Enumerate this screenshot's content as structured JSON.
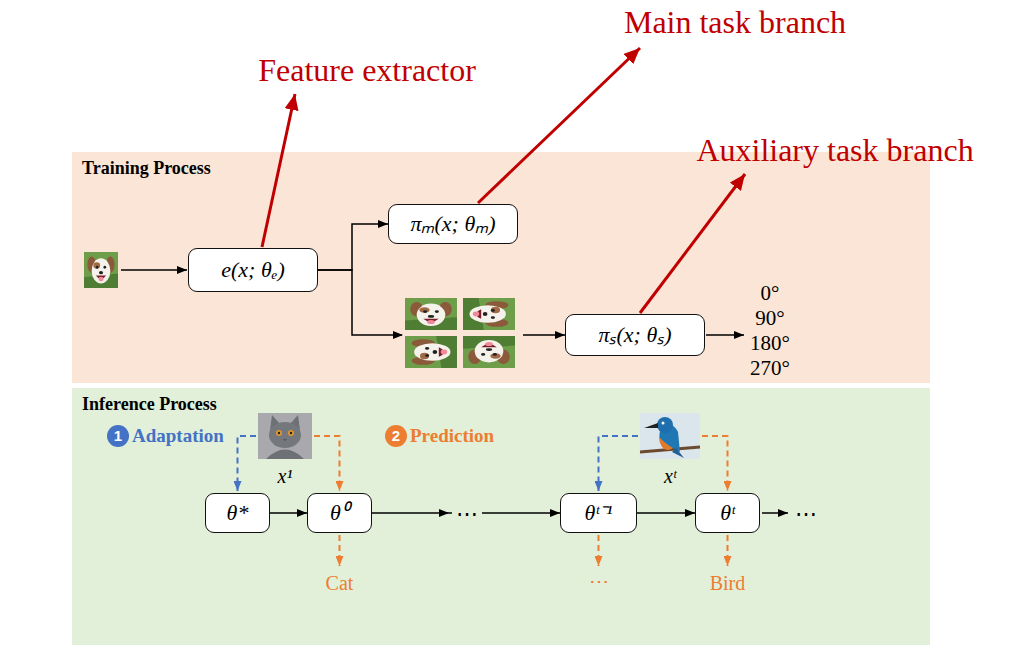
{
  "diagram": {
    "nodes": [
      {
        "text": [
          "Training Process"
        ]
      },
      {
        "text": [
          "e(x; θₑ)"
        ],
        "in": 0
      },
      {
        "text": [
          "πₘ(x; θₘ)"
        ],
        "in": 0
      },
      {
        "text": [
          "πₛ(x; θₛ)"
        ],
        "in": 0
      },
      {
        "text": [
          "Inference Process"
        ]
      },
      {
        "text": [
          "θ*"
        ],
        "in": 4
      },
      {
        "text": [
          "θ⁰"
        ],
        "in": 4
      },
      {
        "text": [
          "θᵗ⁻¹"
        ],
        "in": 4
      },
      {
        "text": [
          "θᵗ"
        ],
        "in": 4
      }
    ],
    "edges": [
      {
        "from": 1,
        "to": 2,
        "arrow": "to"
      },
      {
        "from": 1,
        "to": 3,
        "arrow": "to"
      },
      {
        "from": 5,
        "to": 6,
        "arrow": "to"
      },
      {
        "from": 6,
        "to": 7,
        "arrow": "to"
      },
      {
        "from": 7,
        "to": 8,
        "arrow": "to"
      }
    ],
    "labels": [
      "Feature extractor",
      "Main task branch",
      "Auxiliary task branch",
      "0°",
      "90°",
      "180°",
      "270°",
      "1",
      "Adaptation",
      "2",
      "Prediction",
      "x¹",
      "xᵗ",
      "⋯",
      "⋯",
      "Cat",
      "⋯",
      "Bird"
    ]
  }
}
